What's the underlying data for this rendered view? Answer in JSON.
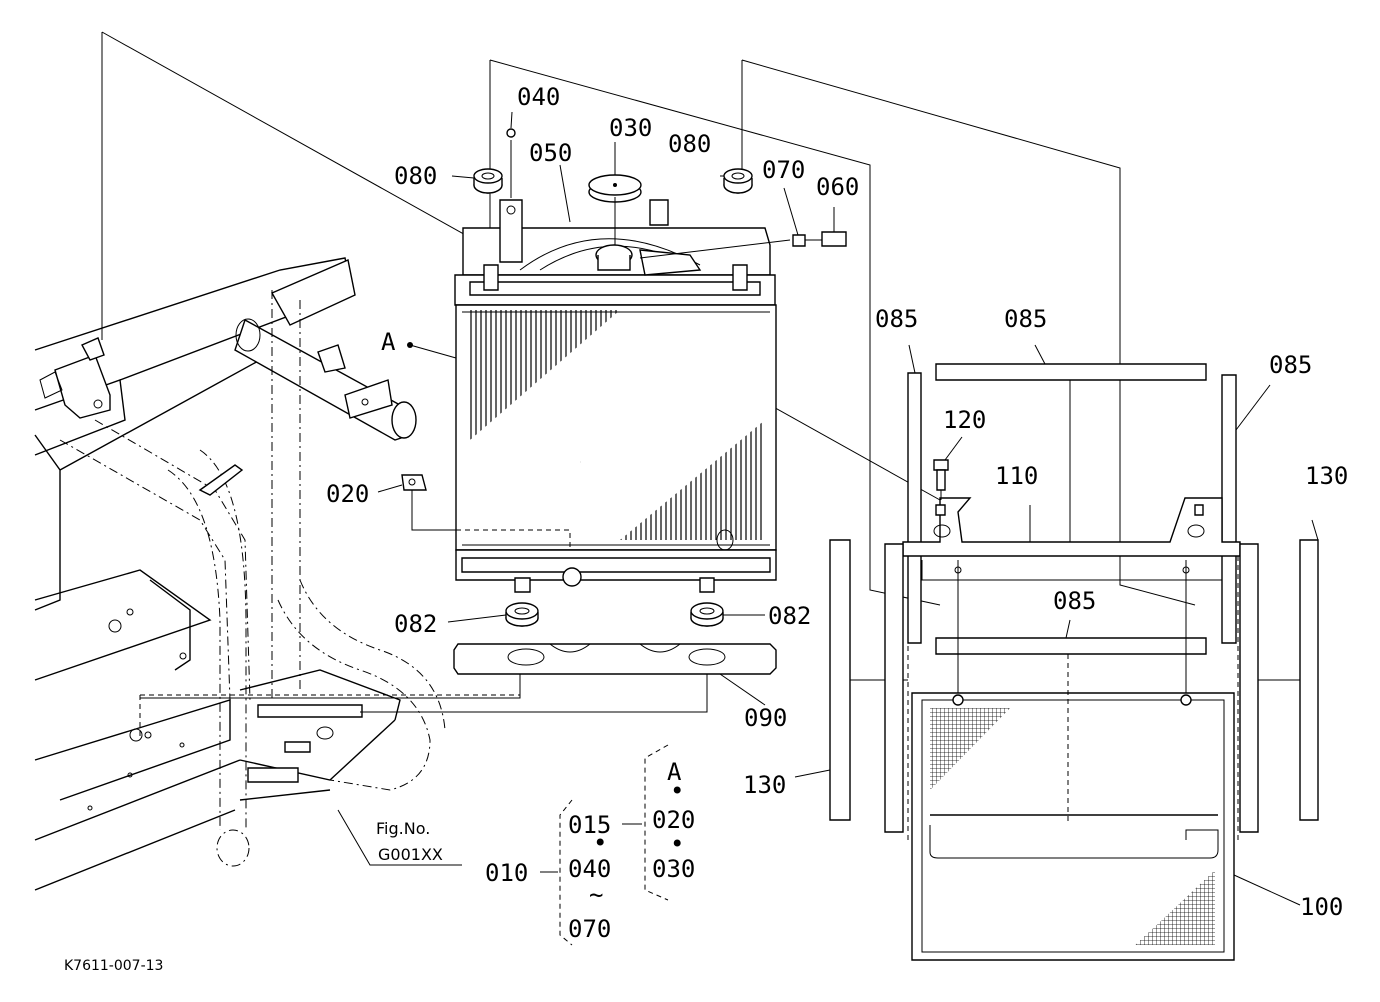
{
  "callouts": {
    "c010": "010",
    "c015": "015",
    "c020_left": "020",
    "c020_bracket": "020",
    "c030_top": "030",
    "c030_bracket": "030",
    "c040_top": "040",
    "c040_bracket": "040",
    "c050": "050",
    "c060": "060",
    "c070_top": "070",
    "c070_bracket": "070",
    "c080_left": "080",
    "c080_right": "080",
    "c082_left": "082",
    "c082_right": "082",
    "c085_a": "085",
    "c085_b": "085",
    "c085_c": "085",
    "c085_d": "085",
    "c090": "090",
    "c100": "100",
    "c110": "110",
    "c120": "120",
    "c130_right": "130",
    "c130_left": "130",
    "marker_a": "A",
    "marker_a_bracket": "A"
  },
  "fig_ref": {
    "line1": "Fig.No.",
    "line2": "G001XX"
  },
  "drawing_code": "K7611-007-13",
  "bracket_marks": {
    "dot1": "•",
    "dot2": "•",
    "dot3": "•",
    "tilde": "~"
  }
}
